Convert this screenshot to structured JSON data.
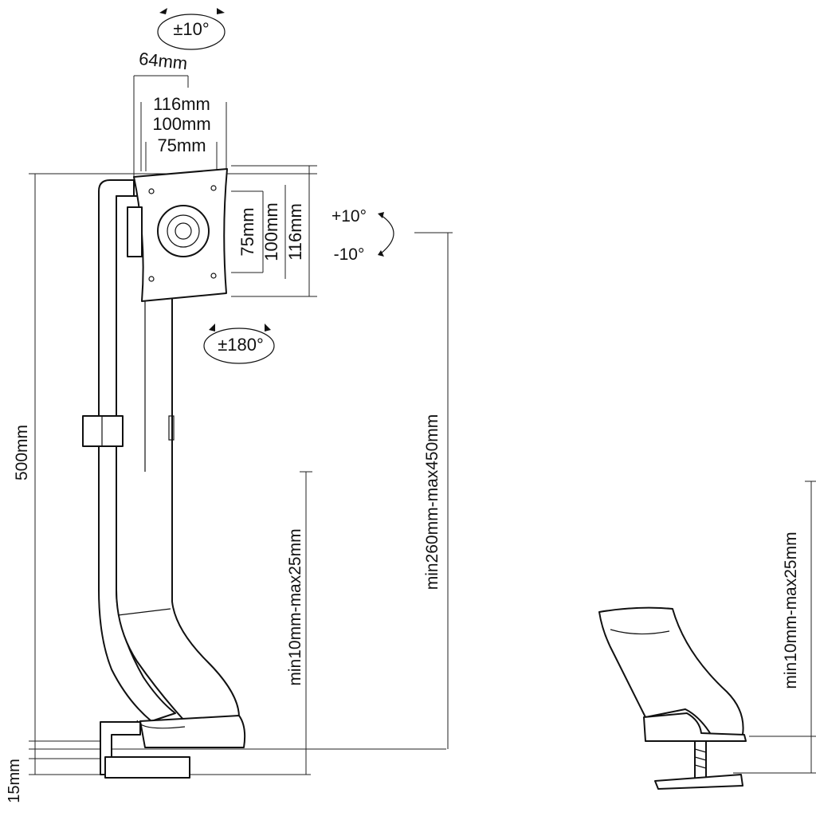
{
  "labels": {
    "tilt_top": "±10°",
    "offset_64": "64mm",
    "vesa_116_h": "116mm",
    "vesa_100_h": "100mm",
    "vesa_75_h": "75mm",
    "vesa_75_v": "75mm",
    "vesa_100_v": "100mm",
    "vesa_116_v": "116mm",
    "tilt_up": "+10°",
    "tilt_down": "-10°",
    "swivel": "±180°",
    "height_total": "500mm",
    "height_range": "min260mm-max450mm",
    "clamp_range_left": "min10mm-max25mm",
    "clamp_range_right": "min10mm-max25mm",
    "clamp_thickness": "15mm"
  }
}
